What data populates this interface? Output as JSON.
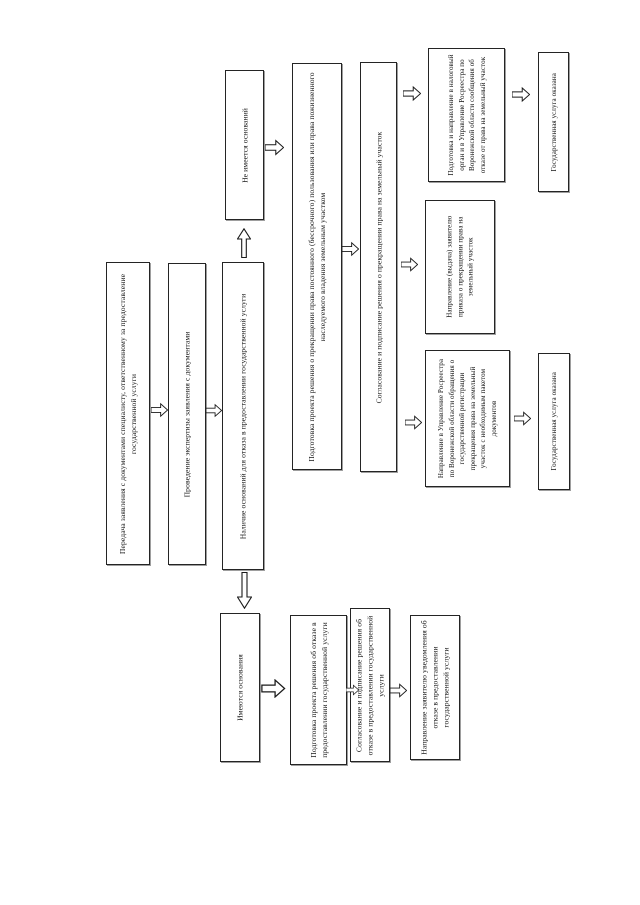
{
  "page": {
    "background": "#ffffff",
    "ink": "#1a1a1a",
    "orientation_note": "flowchart rotated 90deg, text reads bottom-to-top"
  },
  "flowchart": {
    "boxes": [
      {
        "id": "transfer",
        "text": "Передача заявления с документами специалисту, ответственному за предоставление государственной услуги"
      },
      {
        "id": "expertise",
        "text": "Проведение экспертизы заявления с документами"
      },
      {
        "id": "grounds_check",
        "text": "Наличие оснований для отказа в предоставлении государственной услуги"
      },
      {
        "id": "no_grounds",
        "text": "Не имеется оснований"
      },
      {
        "id": "draft_termination",
        "text": "Подготовка проекта решения о прекращении права постоянного (бессрочного) пользования или права пожизненного наследуемого владения земельным участком"
      },
      {
        "id": "sign_termination",
        "text": "Согласование и подписание решения о прекращении права на земельный участок"
      },
      {
        "id": "notify_tax",
        "text": "Подготовка и направление в налоговый орган и в Управление Росреестра по Воронежской области сообщения об отказе от права на земельный участок"
      },
      {
        "id": "issue_order",
        "text": "Направление (выдача) заявителю приказа о прекращении права на земельный участок"
      },
      {
        "id": "rosreestr_request",
        "text": "Направление в Управление Росреестра по Воронежской области обращения о государственной регистрации прекращения права на земельный участок с необходимым пакетом документов"
      },
      {
        "id": "service_done_top",
        "text": "Государственная услуга оказана"
      },
      {
        "id": "service_done_bottom",
        "text": "Государственная услуга оказана"
      },
      {
        "id": "grounds_exist",
        "text": "Имеются основания"
      },
      {
        "id": "draft_refusal",
        "text": "Подготовка проекта решения об отказе в предоставлении государственной услуги"
      },
      {
        "id": "sign_refusal",
        "text": "Согласование и подписание решения об отказе в предоставлении государственной услуги"
      },
      {
        "id": "notify_refusal",
        "text": "Направление заявителю уведомления об отказе в предоставлении государственной услуги"
      }
    ],
    "arrows": [
      {
        "from": "transfer",
        "to": "expertise",
        "direction": "right"
      },
      {
        "from": "expertise",
        "to": "grounds_check",
        "direction": "right"
      },
      {
        "from": "grounds_check",
        "to": "no_grounds",
        "direction": "up"
      },
      {
        "from": "grounds_check",
        "to": "grounds_exist",
        "direction": "down"
      },
      {
        "from": "no_grounds",
        "to": "draft_termination",
        "direction": "right"
      },
      {
        "from": "draft_termination",
        "to": "sign_termination",
        "direction": "right"
      },
      {
        "from": "sign_termination",
        "to": "notify_tax",
        "direction": "right"
      },
      {
        "from": "sign_termination",
        "to": "issue_order",
        "direction": "right"
      },
      {
        "from": "sign_termination",
        "to": "rosreestr_request",
        "direction": "right"
      },
      {
        "from": "notify_tax",
        "to": "service_done_top",
        "direction": "right"
      },
      {
        "from": "rosreestr_request",
        "to": "service_done_bottom",
        "direction": "right"
      },
      {
        "from": "grounds_exist",
        "to": "draft_refusal",
        "direction": "right"
      },
      {
        "from": "draft_refusal",
        "to": "sign_refusal",
        "direction": "right"
      },
      {
        "from": "sign_refusal",
        "to": "notify_refusal",
        "direction": "right"
      }
    ]
  }
}
